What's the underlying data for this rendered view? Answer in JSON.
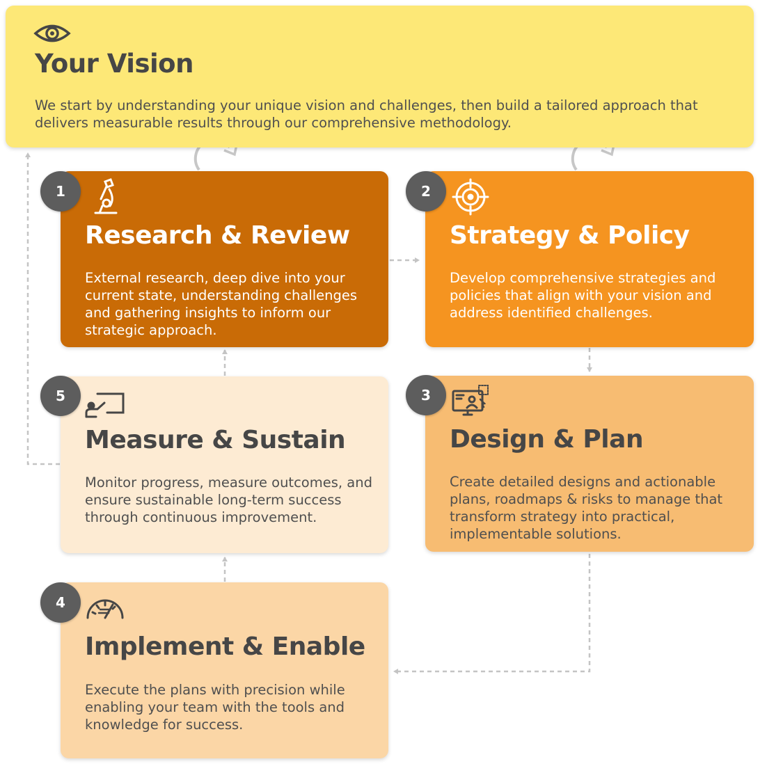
{
  "vision": {
    "icon": "eye-icon",
    "title": "Your Vision",
    "text": "We start by understanding your unique vision and challenges, then build a tailored approach that delivers measurable results through our comprehensive methodology."
  },
  "steps": [
    {
      "number": "1",
      "icon": "microscope-icon",
      "title": "Research & Review",
      "text": "External research, deep dive into your current state, understanding challenges and gathering insights to inform our strategic approach.",
      "color": "#c96b06"
    },
    {
      "number": "2",
      "icon": "target-icon",
      "title": "Strategy & Policy",
      "text": "Develop comprehensive strategies and policies that align with your vision and address identified challenges.",
      "color": "#f59420"
    },
    {
      "number": "3",
      "icon": "monitor-design-icon",
      "title": "Design & Plan",
      "text": "Create detailed designs and actionable plans, roadmaps & risks to manage that transform strategy into practical, implementable solutions.",
      "color": "#f7bc72"
    },
    {
      "number": "4",
      "icon": "speedometer-icon",
      "title": "Implement & Enable",
      "text": "Execute the plans with precision while enabling your team with the tools and knowledge for success.",
      "color": "#fbd6a6"
    },
    {
      "number": "5",
      "icon": "presentation-icon",
      "title": "Measure & Sustain",
      "text": "Monitor progress, measure outcomes, and ensure sustainable long-term success through continuous improvement.",
      "color": "#fdebd3"
    }
  ],
  "colors": {
    "vision_bg": "#fde877",
    "badge": "#5d5d5d",
    "text_dark": "#464646",
    "text_light": "#ffffff",
    "connector": "#c4c4c4"
  }
}
